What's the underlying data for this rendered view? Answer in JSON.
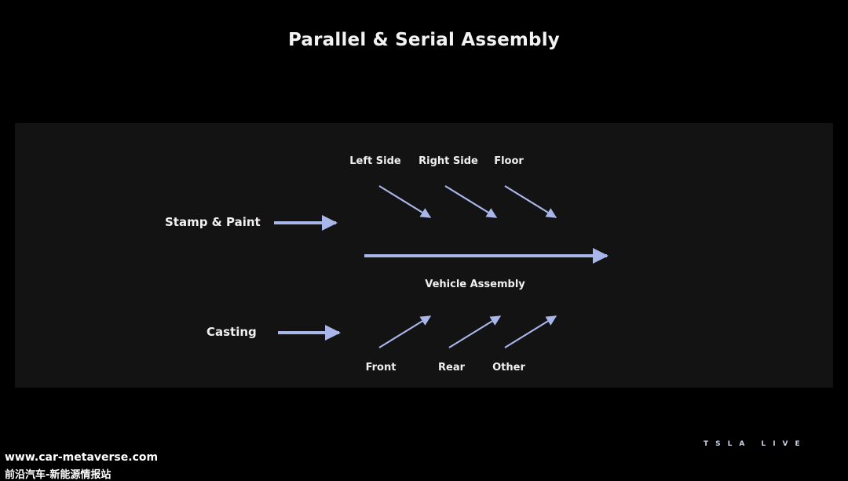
{
  "title": "Parallel & Serial Assembly",
  "accent_color": "#a9b6ea",
  "inputs": {
    "stamp_paint": "Stamp & Paint",
    "casting": "Casting"
  },
  "top_parts": [
    "Left Side",
    "Right Side",
    "Floor"
  ],
  "bottom_parts": [
    "Front",
    "Rear",
    "Other"
  ],
  "main_line_label": "Vehicle Assembly",
  "brand_logo": "TSLA LIVE",
  "watermark": {
    "url": "www.car-metaverse.com",
    "caption": "前沿汽车-新能源情报站"
  }
}
